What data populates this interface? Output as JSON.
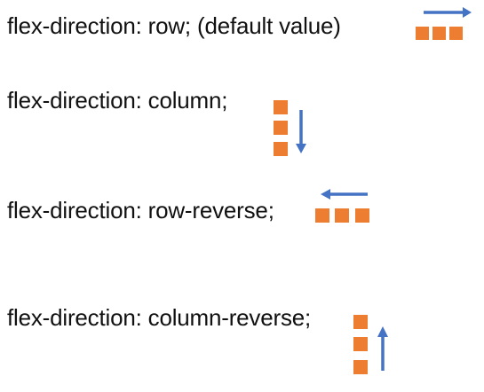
{
  "colors": {
    "box": "#ED7D31",
    "arrow": "#4472C4",
    "text": "#111111",
    "background": "#ffffff"
  },
  "rows": [
    {
      "label": "flex-direction: row; (default value)",
      "direction": "row",
      "icon": "horizontal-boxes-right-arrow"
    },
    {
      "label": "flex-direction: column;",
      "direction": "column",
      "icon": "vertical-boxes-down-arrow"
    },
    {
      "label": "flex-direction: row-reverse;",
      "direction": "row-reverse",
      "icon": "horizontal-boxes-left-arrow"
    },
    {
      "label": "flex-direction: column-reverse;",
      "direction": "column-reverse",
      "icon": "vertical-boxes-up-arrow"
    }
  ]
}
